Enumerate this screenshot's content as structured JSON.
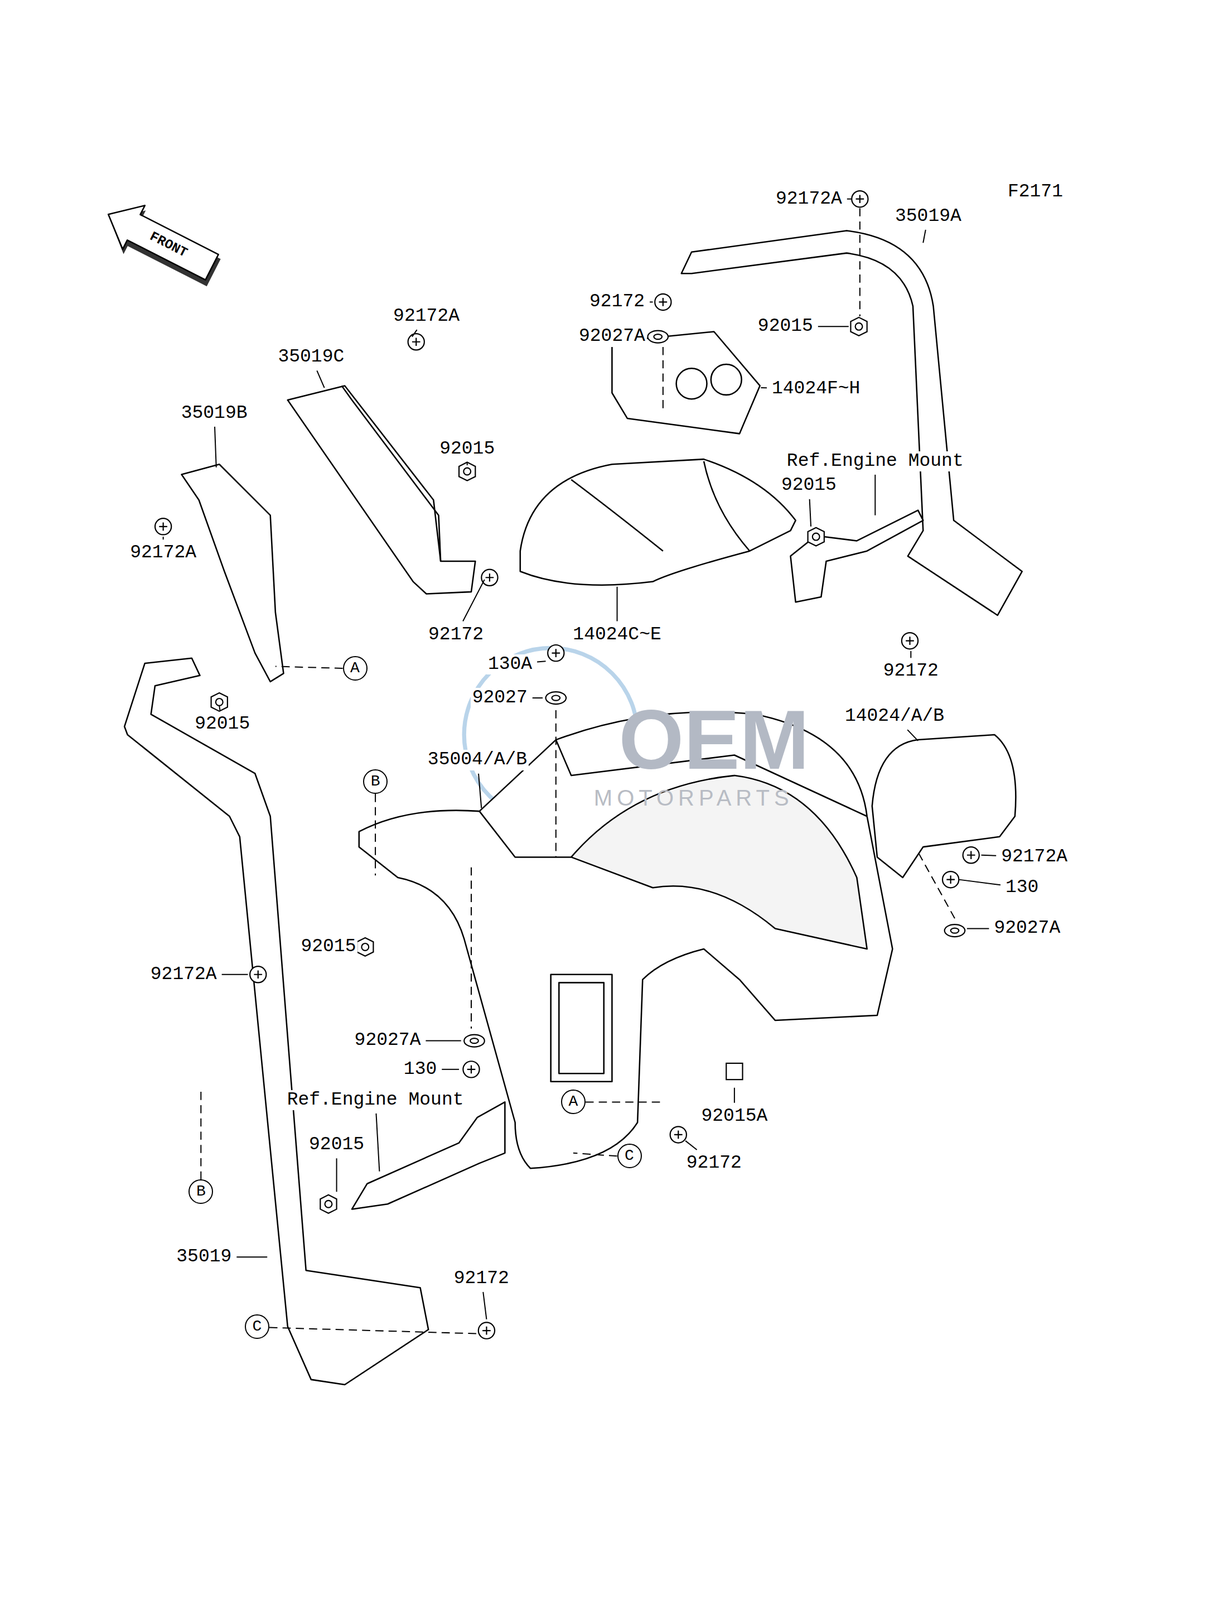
{
  "diagram": {
    "nodes": [
      {
        "text": [
          "A"
        ]
      },
      {
        "text": [
          "B"
        ]
      },
      {
        "text": [
          "A"
        ]
      },
      {
        "text": [
          "C"
        ]
      },
      {
        "text": [
          "B"
        ]
      },
      {
        "text": [
          "C"
        ]
      }
    ],
    "labels": [
      "F2171",
      "FRONT",
      "92172A",
      "35019A",
      "92172",
      "92027A",
      "92015",
      "14024F~H",
      "92172A",
      "35019C",
      "35019B",
      "92015",
      "Ref.Engine Mount",
      "92015",
      "92172A",
      "92172",
      "14024C~E",
      "92172",
      "92015",
      "130A",
      "92027",
      "35004/A/B",
      "14024/A/B",
      "92172A",
      "130",
      "92027A",
      "92015",
      "92172A",
      "92027A",
      "130",
      "Ref.Engine Mount",
      "92015A",
      "92015",
      "92172",
      "35019",
      "92172",
      "OEM",
      "MOTORPARTS"
    ]
  }
}
